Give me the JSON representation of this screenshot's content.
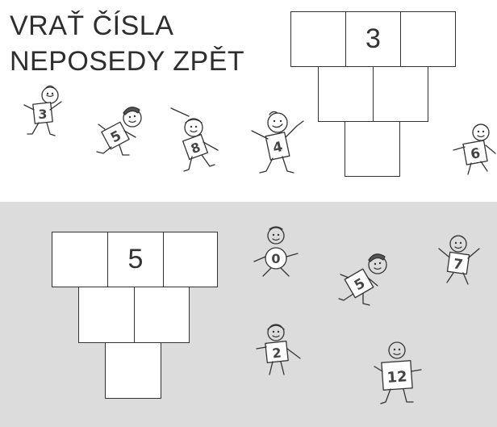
{
  "title": {
    "line1": "VRAŤ ČÍSLA",
    "line2": "NEPOSEDY ZPĚT"
  },
  "top_pyramid": {
    "cells": [
      "",
      "3",
      "",
      "",
      "",
      ""
    ]
  },
  "top_figures": [
    {
      "name": "figure-3",
      "number": "3"
    },
    {
      "name": "figure-5",
      "number": "5"
    },
    {
      "name": "figure-8",
      "number": "8"
    },
    {
      "name": "figure-4",
      "number": "4"
    },
    {
      "name": "figure-6",
      "number": "6"
    }
  ],
  "bottom_pyramid": {
    "cells": [
      "",
      "5",
      "",
      "",
      "",
      ""
    ]
  },
  "bottom_figures": [
    {
      "name": "figure-0",
      "number": "0"
    },
    {
      "name": "figure-5b",
      "number": "5"
    },
    {
      "name": "figure-7",
      "number": "7"
    },
    {
      "name": "figure-2",
      "number": "2"
    },
    {
      "name": "figure-12",
      "number": "12"
    }
  ]
}
